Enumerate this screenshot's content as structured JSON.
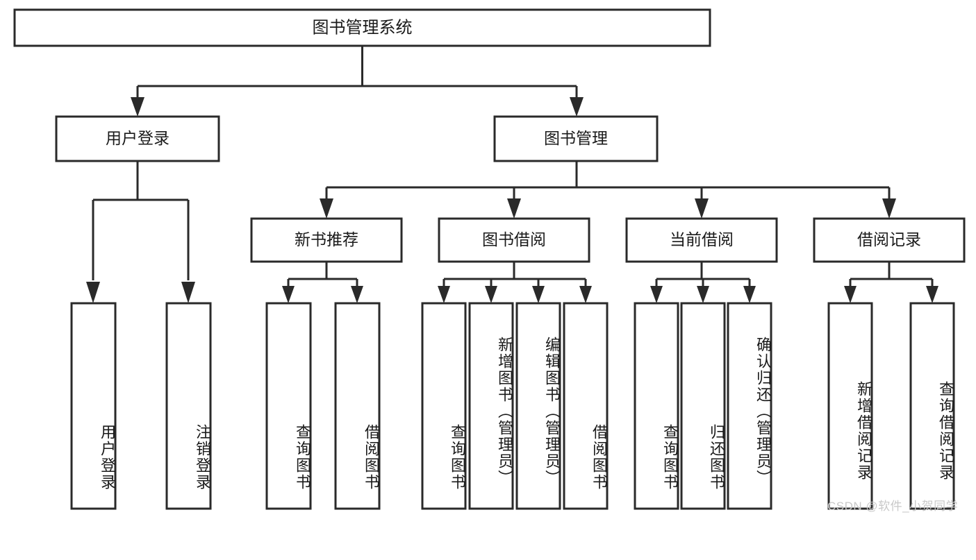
{
  "diagram": {
    "type": "tree",
    "title": "图书管理系统",
    "orientation": "top-down",
    "colors": {
      "background": "#ffffff",
      "node_fill": "#ffffff",
      "node_stroke": "#2a2a2a",
      "text": "#1a1a1a",
      "watermark": "#c9c9c9"
    },
    "root": {
      "label": "图书管理系统"
    },
    "level2": [
      {
        "label": "用户登录"
      },
      {
        "label": "图书管理"
      }
    ],
    "level3": [
      {
        "label": "新书推荐"
      },
      {
        "label": "图书借阅"
      },
      {
        "label": "当前借阅"
      },
      {
        "label": "借阅记录"
      }
    ],
    "leaves": {
      "user_login": [
        {
          "label": "用户登录"
        },
        {
          "label": "注销登录"
        }
      ],
      "new_book_recommend": [
        {
          "label": "查询图书"
        },
        {
          "label": "借阅图书"
        }
      ],
      "book_borrow": [
        {
          "label": "查询图书"
        },
        {
          "label": "新增图书（管理员）"
        },
        {
          "label": "编辑图书（管理员）"
        },
        {
          "label": "借阅图书"
        }
      ],
      "current_borrow": [
        {
          "label": "查询图书"
        },
        {
          "label": "归还图书"
        },
        {
          "label": "确认归还（管理员）"
        }
      ],
      "borrow_record": [
        {
          "label": "新增借阅记录"
        },
        {
          "label": "查询借阅记录"
        }
      ]
    },
    "watermark": "CSDN @软件_小贺同学"
  }
}
